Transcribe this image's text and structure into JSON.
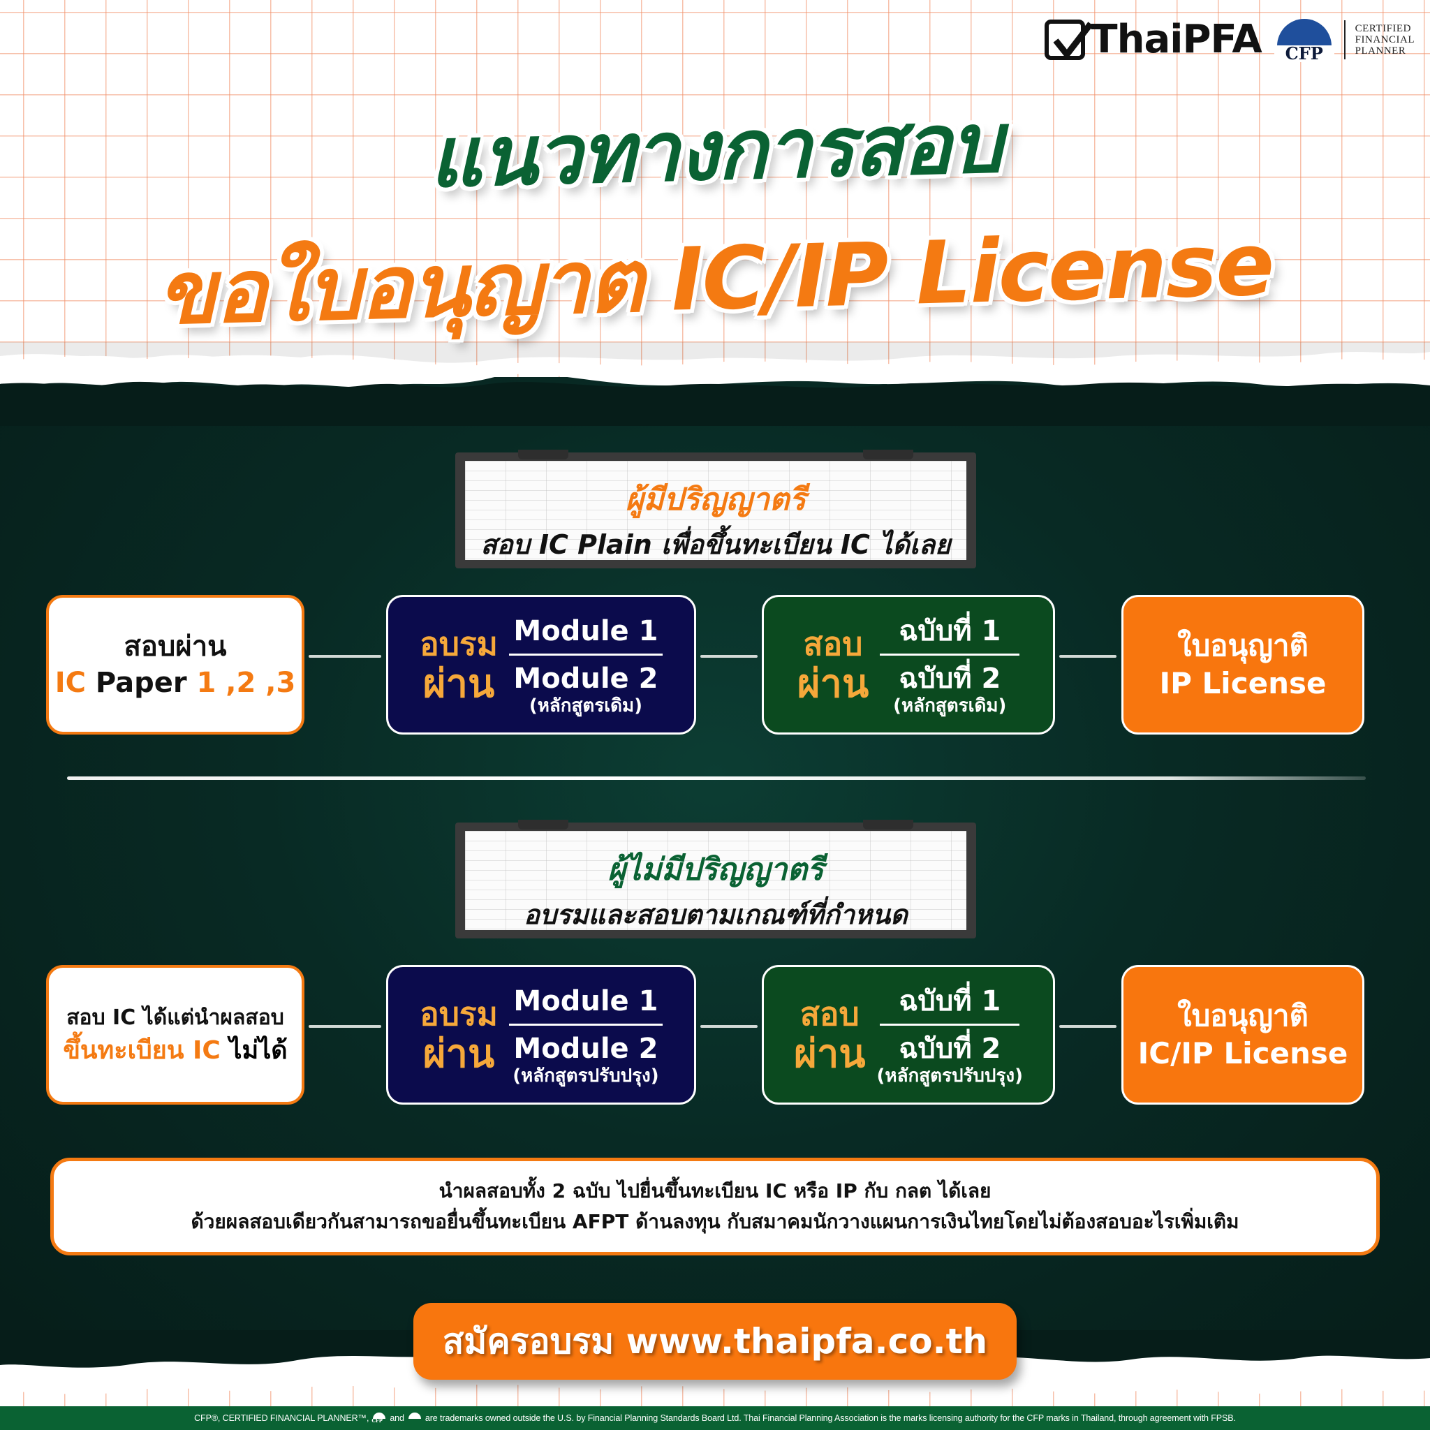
{
  "header": {
    "brand_name": "ThaiPFA",
    "cfp_letters": "CFP",
    "cfp_words": [
      "CERTIFIED",
      "FINANCIAL",
      "PLANNER"
    ]
  },
  "title": {
    "line1": "แนวทางการสอบ",
    "line2": "ขอใบอนุญาต IC/IP License"
  },
  "section_graduate": {
    "note_heading": "ผู้มีปริญญาตรี",
    "note_subtext": "สอบ IC Plain เพื่อขึ้นทะเบียน IC ได้เลย",
    "start": {
      "line1": "สอบผ่าน",
      "line2_highlight_a": "IC",
      "line2_text": " Paper ",
      "line2_highlight_b": "1 ,2 ,3"
    },
    "training": {
      "label_top": "อบรม",
      "label_bottom": "ผ่าน",
      "item1": "Module 1",
      "item2": "Module 2",
      "note": "(หลักสูตรเดิม)"
    },
    "exam": {
      "label_top": "สอบ",
      "label_bottom": "ผ่าน",
      "item1": "ฉบับที่ 1",
      "item2": "ฉบับที่ 2",
      "note": "(หลักสูตรเดิม)"
    },
    "result": {
      "line1": "ใบอนุญาติ",
      "line2": "IP License"
    }
  },
  "section_non_graduate": {
    "note_heading": "ผู้ไม่มีปริญญาตรี",
    "note_subtext": "อบรมและสอบตามเกณฑ์ที่กำหนด",
    "start": {
      "line1": "สอบ IC ได้แต่นำผลสอบ",
      "line2_highlight": "ขึ้นทะเบียน IC",
      "line2_text": " ไม่ได้"
    },
    "training": {
      "label_top": "อบรม",
      "label_bottom": "ผ่าน",
      "item1": "Module 1",
      "item2": "Module 2",
      "note": "(หลักสูตรปรับปรุง)"
    },
    "exam": {
      "label_top": "สอบ",
      "label_bottom": "ผ่าน",
      "item1": "ฉบับที่ 1",
      "item2": "ฉบับที่ 2",
      "note": "(หลักสูตรปรับปรุง)"
    },
    "result": {
      "line1": "ใบอนุญาติ",
      "line2": "IC/IP License"
    }
  },
  "info": {
    "line1": "นำผลสอบทั้ง 2 ฉบับ ไปยื่นขึ้นทะเบียน IC หรือ IP กับ กลต ได้เลย",
    "line2": "ด้วยผลสอบเดียวกันสามารถขอยื่นขึ้นทะเบียน AFPT ด้านลงทุน กับสมาคมนักวางแผนการเงินไทยโดยไม่ต้องสอบอะไรเพิ่มเติม"
  },
  "cta": {
    "label": "สมัครอบรม www.thaipfa.co.th"
  },
  "footer": {
    "part1": "CFP®, CERTIFIED FINANCIAL PLANNER™,",
    "part2": "and",
    "part3": "are trademarks owned outside the U.S. by Financial Planning Standards Board Ltd. Thai Financial Planning Association is the marks licensing authority for the CFP marks in Thailand, through agreement with FPSB."
  },
  "colors": {
    "brand_green": "#0a6233",
    "brand_orange": "#f47a12",
    "board_dark": "#082a24",
    "training_navy": "#0b0b4c",
    "exam_green": "#0b4a1f",
    "label_gold": "#f6a83a",
    "cfp_blue": "#1f4f9c"
  }
}
